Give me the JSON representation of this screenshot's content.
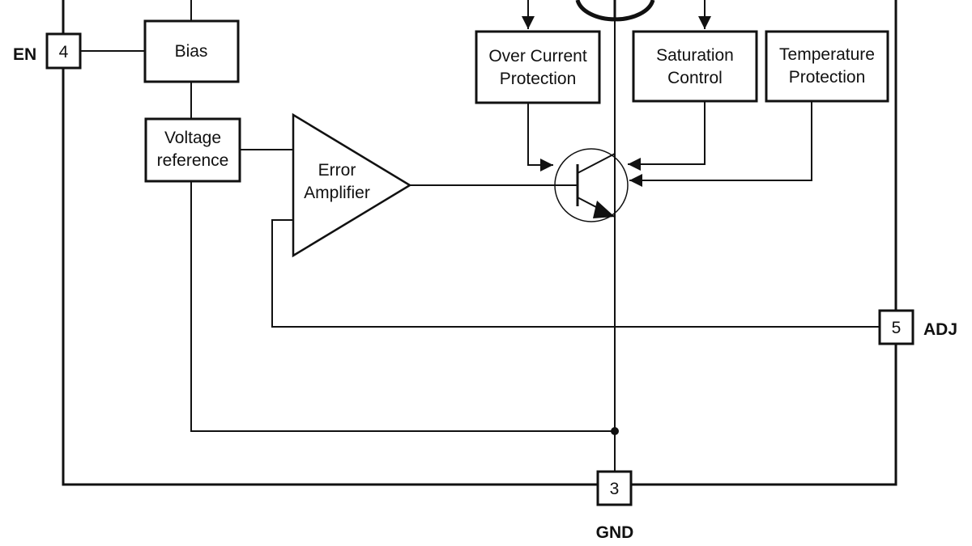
{
  "pins": {
    "en": {
      "label": "EN",
      "number": "4"
    },
    "adj": {
      "label": "ADJ",
      "number": "5"
    },
    "gnd": {
      "label": "GND",
      "number": "3"
    }
  },
  "blocks": {
    "bias": "Bias",
    "voltage_reference": [
      "Voltage",
      "reference"
    ],
    "error_amplifier": [
      "Error",
      "Amplifier"
    ],
    "over_current_protection": [
      "Over Current",
      "Protection"
    ],
    "saturation_control": [
      "Saturation",
      "Control"
    ],
    "temperature_protection": [
      "Temperature",
      "Protection"
    ]
  }
}
